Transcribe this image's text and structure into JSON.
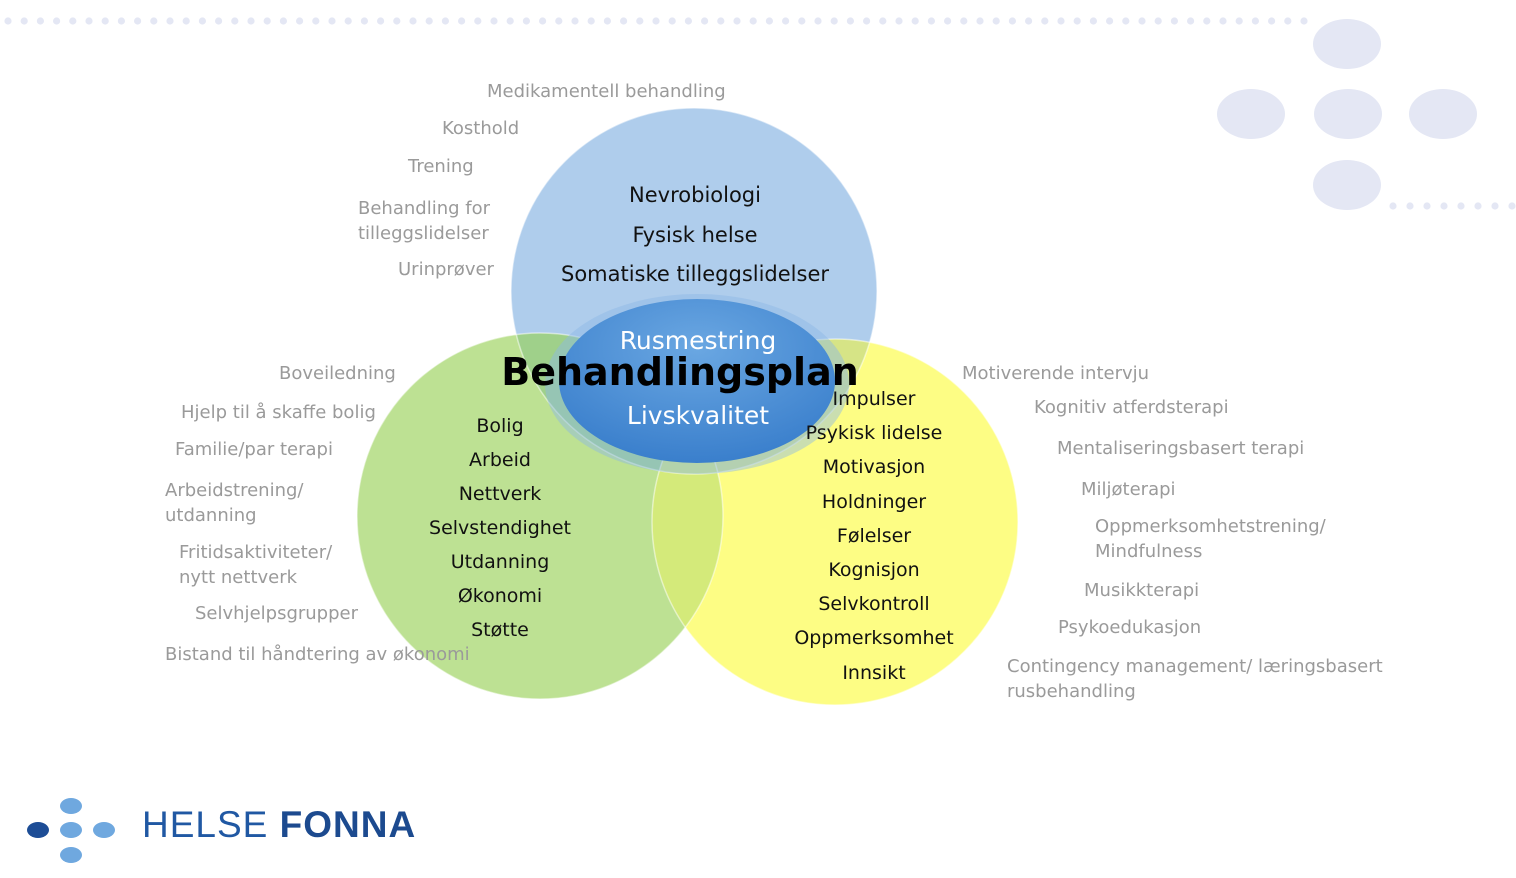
{
  "title": "Behandlingsplan",
  "center": {
    "top": "Rusmestring",
    "title": "Behandlingsplan",
    "bottom": "Livskvalitet"
  },
  "blue_circle": {
    "items": [
      "Nevrobiologi",
      "Fysisk helse",
      "Somatiske tilleggslidelser"
    ],
    "outer_labels": [
      "Medikamentell behandling",
      "Kosthold",
      "Trening",
      "Behandling for\ntilleggslidelser",
      "Urinprøver"
    ]
  },
  "green_circle": {
    "items": [
      "Bolig",
      "Arbeid",
      "Nettverk",
      "Selvstendighet",
      "Utdanning",
      "Økonomi",
      "Støtte"
    ],
    "outer_labels": [
      "Boveiledning",
      "Hjelp til å skaffe bolig",
      "Familie/par terapi",
      "Arbeidstrening/\nutdanning",
      "Fritidsaktiviteter/\nnytt nettverk",
      "Selvhjelpsgrupper",
      "Bistand til håndtering av økonomi"
    ]
  },
  "yellow_circle": {
    "items": [
      "Impulser",
      "Psykisk lidelse",
      "Motivasjon",
      "Holdninger",
      "Følelser",
      "Kognisjon",
      "Selvkontroll",
      "Oppmerksomhet",
      "Innsikt"
    ],
    "outer_labels": [
      "Motiverende intervju",
      "Kognitiv atferdsterapi",
      "Mentaliseringsbasert terapi",
      "Miljøterapi",
      "Oppmerksomhetstrening/\nMindfulness",
      "Musikkterapi",
      "Psykoedukasjon",
      "Contingency management/ læringsbasert\nrusbehandling"
    ]
  },
  "logo": {
    "word1": "HELSE",
    "word2": "FONNA"
  },
  "colors": {
    "blue_circle": "#afcdec",
    "green_circle": "#bbe08f",
    "yellow_circle": "#fdfd80",
    "center_ellipse": "#4a8fd4",
    "outer_label": "#9a9a9a",
    "decor_dots": "#e4e7f4",
    "logo_blue": "#1d4d96",
    "logo_light_blue": "#6fa8df"
  }
}
